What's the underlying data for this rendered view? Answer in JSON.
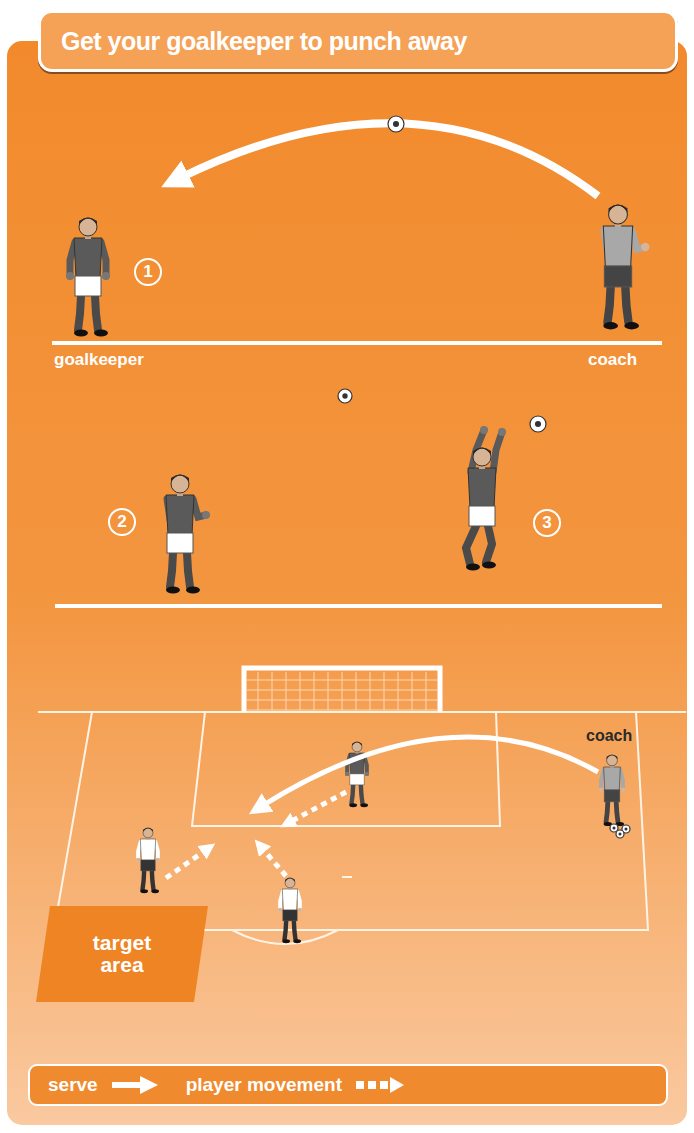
{
  "diagram": {
    "title": "Get your goalkeeper to punch away",
    "nodes": [
      {
        "text": [
          "1"
        ]
      },
      {
        "text": [
          "2"
        ]
      },
      {
        "text": [
          "3"
        ]
      },
      {
        "text": [
          "target area"
        ]
      }
    ],
    "labels": [
      "goalkeeper",
      "coach",
      "coach"
    ],
    "legend": [
      {
        "text": "serve"
      },
      {
        "text": "player movement"
      }
    ]
  }
}
